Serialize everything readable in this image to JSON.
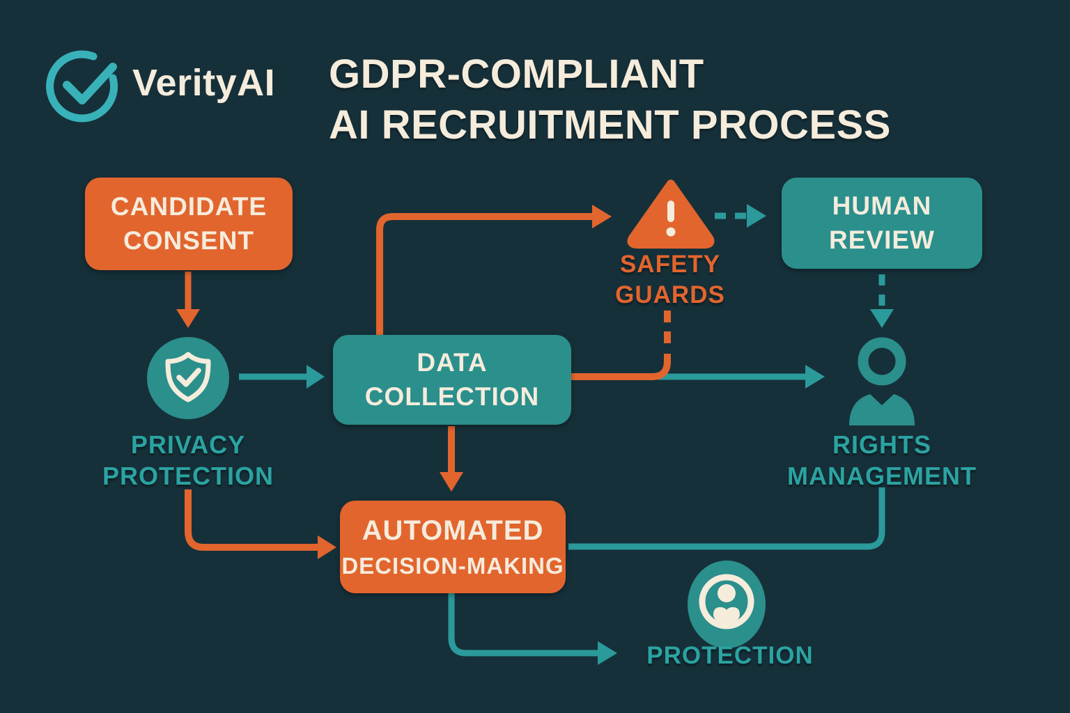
{
  "colors": {
    "bg": "#16303a",
    "orange": "#e2652e",
    "teal_box": "#2b8f8c",
    "teal_line": "#2b9a9b",
    "teal_text": "#2ba3a1",
    "cream": "#f5ecdc",
    "logo_teal": "#38b2b8"
  },
  "header": {
    "brand": "VerityAI",
    "title": "GDPR-COMPLIANT\nAI RECRUITMENT PROCESS"
  },
  "nodes": {
    "candidate_consent": {
      "label": "CANDIDATE\nCONSENT"
    },
    "privacy_protection": {
      "label": "PRIVACY\nPROTECTION"
    },
    "data_collection": {
      "label": "DATA\nCOLLECTION"
    },
    "safety_guards": {
      "label": "SAFETY\nGUARDS"
    },
    "human_review": {
      "label": "HUMAN\nREVIEW"
    },
    "rights_management": {
      "label": "RIGHTS\nMANAGEMENT"
    },
    "automated_decision": {
      "label_line1": "AUTOMATED",
      "label_line2": "DECISION-MAKING"
    },
    "protection": {
      "label": "PROTECTION"
    }
  },
  "icons": {
    "logo": "checkmark-circle-icon",
    "privacy": "shield-check-icon",
    "safety": "warning-triangle-icon",
    "rights": "person-icon",
    "protection": "user-badge-icon"
  }
}
